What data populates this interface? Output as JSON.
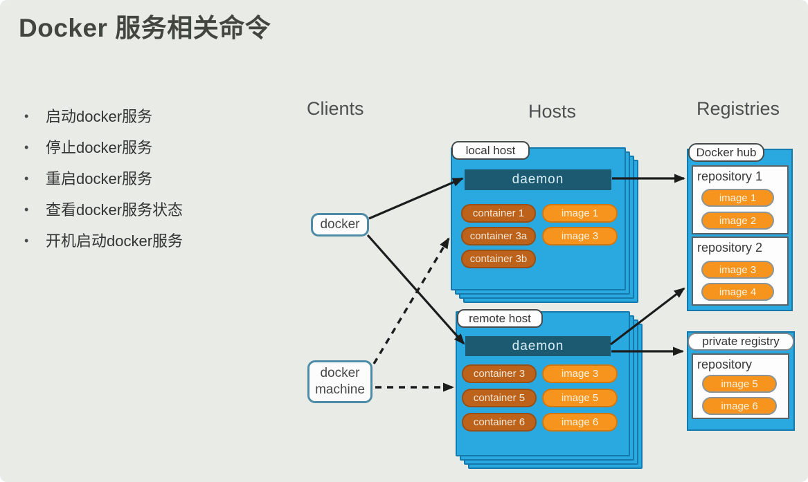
{
  "title": "Docker 服务相关命令",
  "bullets": [
    "启动docker服务",
    "停止docker服务",
    "重启docker服务",
    "查看docker服务状态",
    "开机启动docker服务"
  ],
  "diagram": {
    "columns": {
      "clients": "Clients",
      "hosts": "Hosts",
      "registries": "Registries"
    },
    "clients": {
      "docker": "docker",
      "docker_machine": "docker machine"
    },
    "local_host": {
      "label": "local host",
      "daemon": "daemon",
      "containers": [
        "container 1",
        "container 3a",
        "container 3b"
      ],
      "images": [
        "image 1",
        "image 3"
      ]
    },
    "remote_host": {
      "label": "remote host",
      "daemon": "daemon",
      "containers": [
        "container 3",
        "container 5",
        "container 6"
      ],
      "images": [
        "image 3",
        "image 5",
        "image 6"
      ]
    },
    "docker_hub": {
      "label": "Docker hub",
      "repositories": [
        {
          "name": "repository 1",
          "images": [
            "image 1",
            "image 2"
          ]
        },
        {
          "name": "repository 2",
          "images": [
            "image 3",
            "image 4"
          ]
        }
      ]
    },
    "private_registry": {
      "label": "private registry",
      "repository": {
        "name": "repository",
        "images": [
          "image 5",
          "image 6"
        ]
      }
    }
  },
  "colors": {
    "background": "#e9ebe7",
    "host_blue": "#29a9e0",
    "daemon_teal": "#1b5a71",
    "container_orange": "#bc621b",
    "image_orange": "#f7941e",
    "arrow": "#1c1c1c"
  }
}
